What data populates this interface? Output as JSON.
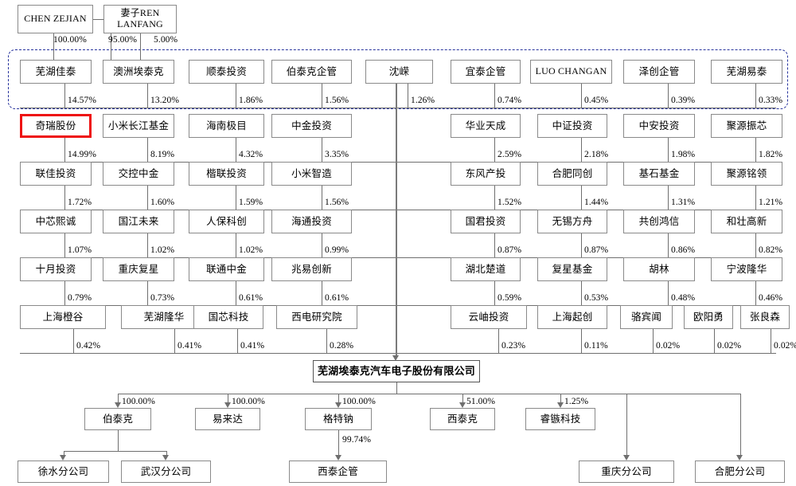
{
  "diagram": {
    "title": "Shareholding structure chart",
    "highlight_color": "#ee1111",
    "dashed_group_color": "#26329c"
  },
  "top_persons": [
    {
      "name": "CHEN ZEJIAN",
      "type": "person-en"
    },
    {
      "name": "妻子REN LANFANG",
      "type": "person-en"
    }
  ],
  "top_percents": [
    "100.00%",
    "95.00%",
    "5.00%"
  ],
  "shareholder_rows": [
    {
      "row": 1,
      "in_dashed_group": true,
      "nodes": [
        {
          "label": "芜湖佳泰",
          "pct": "14.57%"
        },
        {
          "label": "澳洲埃泰克",
          "pct": "13.20%"
        },
        {
          "label": "顺泰投资",
          "pct": "1.86%"
        },
        {
          "label": "伯泰克企管",
          "pct": "1.56%"
        },
        {
          "label": "沈嵘",
          "pct": "1.26%"
        },
        {
          "label": "宜泰企管",
          "pct": "0.74%"
        },
        {
          "label": "LUO CHANGAN",
          "pct": "0.45%",
          "en": true
        },
        {
          "label": "泽创企管",
          "pct": "0.39%"
        },
        {
          "label": "芜湖易泰",
          "pct": "0.33%"
        }
      ]
    },
    {
      "row": 2,
      "in_dashed_group": false,
      "nodes": [
        {
          "label": "奇瑞股份",
          "pct": "14.99%",
          "highlight": true
        },
        {
          "label": "小米长江基金",
          "pct": "8.19%"
        },
        {
          "label": "海南极目",
          "pct": "4.32%"
        },
        {
          "label": "中金投资",
          "pct": "3.35%"
        },
        {
          "label": "华业天成",
          "pct": "2.59%"
        },
        {
          "label": "中证投资",
          "pct": "2.18%"
        },
        {
          "label": "中安投资",
          "pct": "1.98%"
        },
        {
          "label": "聚源振芯",
          "pct": "1.82%"
        }
      ]
    },
    {
      "row": 3,
      "in_dashed_group": false,
      "nodes": [
        {
          "label": "联佳投资",
          "pct": "1.72%"
        },
        {
          "label": "交控中金",
          "pct": "1.60%"
        },
        {
          "label": "楷联投资",
          "pct": "1.59%"
        },
        {
          "label": "小米智造",
          "pct": "1.56%"
        },
        {
          "label": "东风产投",
          "pct": "1.52%"
        },
        {
          "label": "合肥同创",
          "pct": "1.44%"
        },
        {
          "label": "基石基金",
          "pct": "1.31%"
        },
        {
          "label": "聚源铭领",
          "pct": "1.21%"
        }
      ]
    },
    {
      "row": 4,
      "in_dashed_group": false,
      "nodes": [
        {
          "label": "中芯熙诚",
          "pct": "1.07%"
        },
        {
          "label": "国江未来",
          "pct": "1.02%"
        },
        {
          "label": "人保科创",
          "pct": "1.02%"
        },
        {
          "label": "海通投资",
          "pct": "0.99%"
        },
        {
          "label": "国君投资",
          "pct": "0.87%"
        },
        {
          "label": "无锡方舟",
          "pct": "0.87%"
        },
        {
          "label": "共创鸿信",
          "pct": "0.86%"
        },
        {
          "label": "和壮高新",
          "pct": "0.82%"
        }
      ]
    },
    {
      "row": 5,
      "in_dashed_group": false,
      "nodes": [
        {
          "label": "十月投资",
          "pct": "0.79%"
        },
        {
          "label": "重庆复星",
          "pct": "0.73%"
        },
        {
          "label": "联通中金",
          "pct": "0.61%"
        },
        {
          "label": "兆易创新",
          "pct": "0.61%"
        },
        {
          "label": "湖北楚道",
          "pct": "0.59%"
        },
        {
          "label": "复星基金",
          "pct": "0.53%"
        },
        {
          "label": "胡林",
          "pct": "0.48%"
        },
        {
          "label": "宁波隆华",
          "pct": "0.46%"
        }
      ]
    },
    {
      "row": 6,
      "in_dashed_group": false,
      "nodes": [
        {
          "label": "上海橙谷",
          "pct": "0.42%"
        },
        {
          "label": "芜湖隆华",
          "pct": "0.41%"
        },
        {
          "label": "国芯科技",
          "pct": "0.41%"
        },
        {
          "label": "西电研究院",
          "pct": "0.28%"
        },
        {
          "label": "云岫投资",
          "pct": "0.23%"
        },
        {
          "label": "上海起创",
          "pct": "0.11%"
        },
        {
          "label": "骆宾闻",
          "pct": "0.02%"
        },
        {
          "label": "欧阳勇",
          "pct": "0.02%"
        },
        {
          "label": "张良森",
          "pct": "0.02%"
        }
      ]
    }
  ],
  "main_company": {
    "label": "芜湖埃泰克汽车电子股份有限公司"
  },
  "subsidiaries": [
    {
      "label": "伯泰克",
      "pct": "100.00%"
    },
    {
      "label": "易来达",
      "pct": "100.00%"
    },
    {
      "label": "格特钠",
      "pct": "100.00%"
    },
    {
      "label": "西泰克",
      "pct": "51.00%"
    },
    {
      "label": "睿镞科技",
      "pct": "1.25%"
    }
  ],
  "third_level": [
    {
      "label": "徐水分公司",
      "parent": "伯泰克",
      "pct": ""
    },
    {
      "label": "武汉分公司",
      "parent": "伯泰克",
      "pct": ""
    },
    {
      "label": "西泰企管",
      "parent": "格特钠",
      "pct": "99.74%"
    }
  ],
  "branches": [
    {
      "label": "重庆分公司"
    },
    {
      "label": "合肥分公司"
    }
  ]
}
